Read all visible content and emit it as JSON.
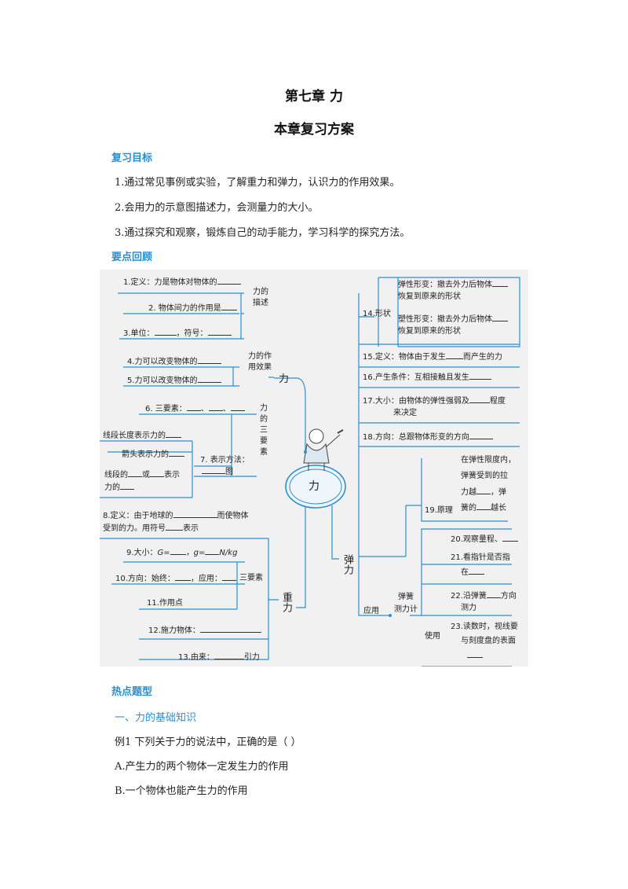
{
  "header": {
    "chapter": "第七章  力",
    "subtitle": "本章复习方案"
  },
  "goals": {
    "heading": "复习目标",
    "items": [
      "1.通过常见事例或实验，了解重力和弹力，认识力的作用效果。",
      "2.会用力的示意图描述力，会测量力的大小。",
      "3.通过探究和观察，锻炼自己的动手能力，学习科学的探究方法。"
    ]
  },
  "review": {
    "heading": "要点回顾"
  },
  "mindmap": {
    "center": "力",
    "force": "力",
    "gravity": "重力",
    "elastic": "弹力",
    "desc_group": "力的\n描述",
    "effect_group": "力的作\n用效果",
    "three_group": "力\n的\n三\n要\n素",
    "l1": "1.定义：力是物体对物体的",
    "l2": "2. 物体间力的作用是",
    "l3a": "3.单位：",
    "l3b": "，符号：",
    "l4": "4.力可以改变物体的",
    "l5": "5.力可以改变物体的",
    "l6a": "6. 三要素：",
    "l6b": "、",
    "l6c": "、",
    "l7": "7. 表示方法：",
    "l7_tu": "图",
    "l7a": "线段长度表示力的",
    "l7b": "箭头表示力的",
    "l7c": "线段的",
    "l7c2": "或",
    "l7c3": "表示",
    "l7d": "力的",
    "l8a": "8.定义：由于地球的",
    "l8b": "而使物体",
    "l8c": "受到的力。用符号",
    "l8d": "表示",
    "l9a": "9.大小：",
    "l9b": "G=",
    "l9c": "，g=",
    "l9d": "N/kg",
    "l10a": "10.方向：始终：",
    "l10b": "，应用：",
    "l11": "11.作用点",
    "l12": "12.施力物体：",
    "l13a": "13.由来：",
    "l13b": "引力",
    "g_three": "三要素",
    "r14": "14.形状",
    "r14a1": "弹性形变：撤去外力后物体",
    "r14a2": "恢复到原来的形状",
    "r14b1": "塑性形变：撤去外力后物体",
    "r14b2": "恢复到原来的形状",
    "r15a": "15.定义：物体由于发生",
    "r15b": "而产生的力",
    "r16": "16.产生条件：互相接触且发生",
    "r17a": "17.大小：由物体的弹性强弱及",
    "r17b": "程度",
    "r17c": "来决定",
    "r18": "18.方向：总跟物体形变的方向",
    "r19": "19.原理",
    "r19a": "在弹性限度内，",
    "r19b": "弹簧受到的拉",
    "r19c": "力越",
    "r19c2": "，弹",
    "r19d": "簧的",
    "r19d2": "越长",
    "spring1": "弹簧",
    "spring2": "测力计",
    "yingyong": "应用",
    "shiyong": "使用",
    "r20": "20.观察量程、",
    "r21a": "21.看指针是否指",
    "r21b": "在",
    "r22a": "22.沿弹簧",
    "r22b": "方向",
    "r22c": "测力",
    "r23a": "23.读数时，视线要",
    "r23b": "与刻度盘的表面"
  },
  "hot": {
    "heading": "热点题型",
    "sub": "一、力的基础知识",
    "example": "例1    下列关于力的说法中，正确的是（        ）",
    "optA": "A.产生力的两个物体一定发生力的作用",
    "optB": "B.一个物体也能产生力的作用"
  },
  "colors": {
    "accent": "#2a8fd0",
    "map_bg": "#f1f1f1",
    "line_blue": "#2a8fd0"
  }
}
